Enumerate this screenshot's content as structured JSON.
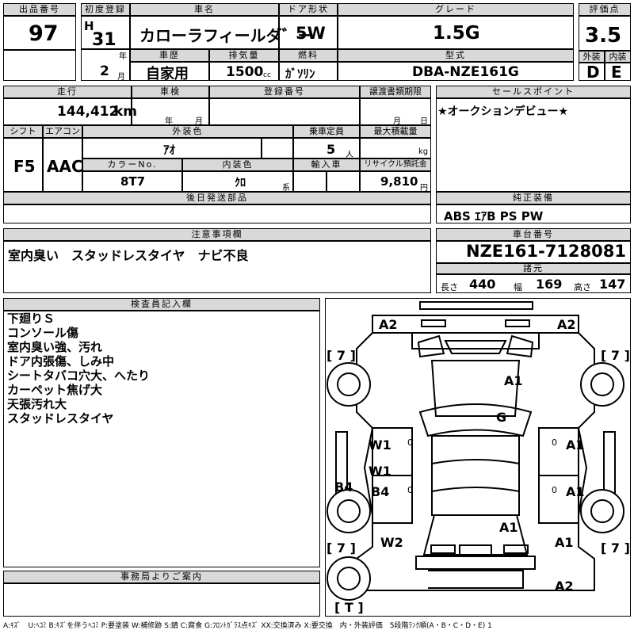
{
  "headers": {
    "lot": "出品番号",
    "first_reg": "初度登録",
    "car_name": "車名",
    "door": "ドア形状",
    "grade": "グレード",
    "score": "評価点",
    "history": "車歴",
    "displacement": "排気量",
    "fuel": "燃料",
    "model": "型式",
    "exterior": "外装",
    "interior": "内装",
    "mileage": "走行",
    "inspection": "車検",
    "reg_no": "登録番号",
    "transfer_deadline": "譲渡書類期限",
    "selling_points": "セールスポイント",
    "shift": "シフト",
    "aircon": "エアコン",
    "ext_color": "外装色",
    "capacity": "乗車定員",
    "max_load": "最大積載量",
    "color_no": "カラーNo.",
    "int_color": "内装色",
    "import": "輸入車",
    "recycle": "リサイクル預託金",
    "later_parts": "後日発送部品",
    "genuine_equipment": "純正装備",
    "notes": "注意事項欄",
    "chassis": "車台番号",
    "specs": "諸元",
    "inspector": "検査員記入欄",
    "office": "事務局よりご案内"
  },
  "lot_number": "97",
  "first_reg": {
    "era": "H",
    "year": "31",
    "year_unit": "年",
    "month": "2",
    "month_unit": "月"
  },
  "car_name": "カローラフィールダ゛ー",
  "door": "5W",
  "grade": "1.5G",
  "score": "3.5",
  "history": "自家用",
  "displacement": {
    "value": "1500",
    "unit": "cc"
  },
  "fuel": "ｶﾞｿﾘﾝ",
  "model": "DBA-NZE161G",
  "exterior_score": "D",
  "interior_score": "E",
  "mileage": {
    "value": "144,412",
    "unit": "km"
  },
  "inspection": {
    "year_unit": "年",
    "month_unit": "月"
  },
  "transfer_deadline": {
    "month_unit": "月",
    "day_unit": "日"
  },
  "selling_point_text": "★オークションデビュー★",
  "shift": "F5",
  "aircon": "AAC",
  "ext_color": "ｱｵ",
  "capacity": {
    "value": "5",
    "unit": "人"
  },
  "max_load": {
    "unit": "kg"
  },
  "color_no": "8T7",
  "int_color": {
    "value": "ｸﾛ",
    "unit": "系"
  },
  "recycle": {
    "value": "9,810",
    "unit": "円"
  },
  "genuine_equipment_text": "ABS ｴｱB PS PW",
  "notes_text": "室内臭い　スタッドレスタイヤ　ナビ不良",
  "chassis_number": "NZE161-7128081",
  "specs": {
    "length_label": "長さ",
    "length": "440",
    "width_label": "幅",
    "width": "169",
    "height_label": "高さ",
    "height": "147"
  },
  "inspector_notes": [
    "下廻りＳ",
    "コンソール傷",
    "室内臭い強、汚れ",
    "ドア内張傷、しみ中",
    "シートタバコ穴大、へたり",
    "カーペット焦げ大",
    "天張汚れ大",
    "スタッドレスタイヤ"
  ],
  "diagram_marks": {
    "a2_front_left": "A2",
    "a2_front_right": "A2",
    "tire_fl": "[ 7 ]",
    "tire_fr": "[ 7 ]",
    "tire_rl": "[ 7 ]",
    "tire_rr": "[ 7 ]",
    "a1_hood": "A1",
    "g_glass": "G",
    "w1_door1": "W1",
    "a1_door1": "A1",
    "w1_door2": "W1",
    "b4_door2": "B4",
    "b4_sill": "B4",
    "a1_door2": "A1",
    "a1_rear_roof": "A1",
    "w2_rear_left": "W2",
    "a1_rear_right": "A1",
    "a2_rear": "A2",
    "spare": "[ T ]"
  },
  "legend": "A:ｷｽﾞ　U:ﾍｺﾐ B:ｷｽﾞを伴うﾍｺﾐ P:要塗装 W:補修跡 S:錆 C:腐食 G:ﾌﾛﾝﾄｶﾞﾗｽ点ｷｽﾞ XX:交換済み X:要交換　内・外装評価　5段階ﾗﾝｸ順(A・B・C・D・E) 1"
}
